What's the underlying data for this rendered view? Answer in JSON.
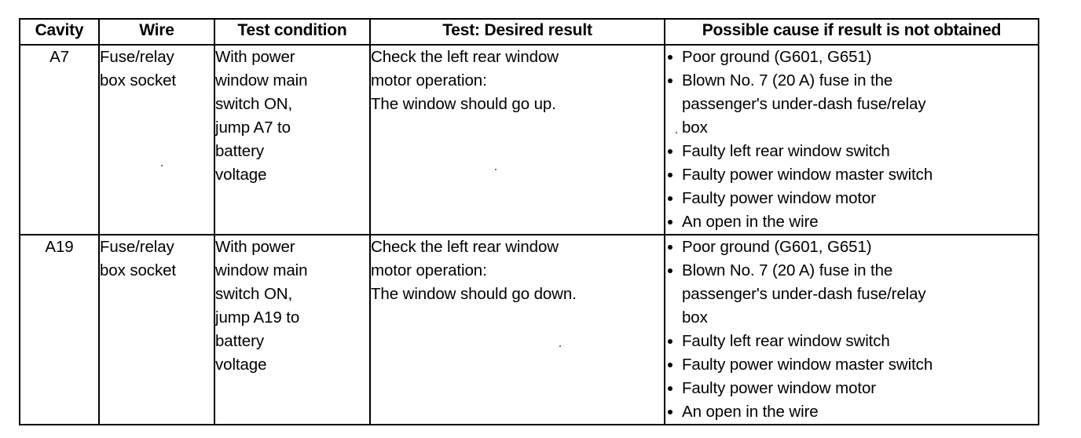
{
  "document": {
    "type": "troubleshooting-table",
    "ink_color": "#000000",
    "paper_color": "#ffffff"
  },
  "table": {
    "headers": [
      "Cavity",
      "Wire",
      "Test condition",
      "Test: Desired result",
      "Possible cause if result is not obtained"
    ],
    "rows": [
      {
        "cavity": "A7",
        "wire_lines": [
          "Fuse/relay",
          "box socket"
        ],
        "test_condition_lines": [
          "With power",
          "window main",
          "switch ON,",
          "jump A7 to",
          "battery",
          "voltage"
        ],
        "test_result_lines": [
          "Check the left rear window",
          "motor operation:",
          "The window should go up."
        ],
        "causes": [
          {
            "lines": [
              "Poor ground (G601, G651)"
            ]
          },
          {
            "lines": [
              "Blown No. 7 (20 A) fuse in the",
              "passenger's under-dash fuse/relay",
              "box"
            ]
          },
          {
            "lines": [
              "Faulty left rear window switch"
            ]
          },
          {
            "lines": [
              "Faulty power window master switch"
            ]
          },
          {
            "lines": [
              "Faulty power window motor"
            ]
          },
          {
            "lines": [
              "An open in the wire"
            ]
          }
        ]
      },
      {
        "cavity": "A19",
        "wire_lines": [
          "Fuse/relay",
          "box socket"
        ],
        "test_condition_lines": [
          "With power",
          "window main",
          "switch ON,",
          "jump A19 to",
          "battery",
          "voltage"
        ],
        "test_result_lines": [
          "Check the left rear window",
          "motor operation:",
          "The window should go down."
        ],
        "causes": [
          {
            "lines": [
              "Poor ground (G601, G651)"
            ]
          },
          {
            "lines": [
              "Blown No. 7 (20 A) fuse in the",
              "passenger's under-dash fuse/relay",
              "box"
            ]
          },
          {
            "lines": [
              "Faulty left rear window switch"
            ]
          },
          {
            "lines": [
              "Faulty power window master switch"
            ]
          },
          {
            "lines": [
              "Faulty power window motor"
            ]
          },
          {
            "lines": [
              "An open in the wire"
            ]
          }
        ]
      }
    ]
  }
}
